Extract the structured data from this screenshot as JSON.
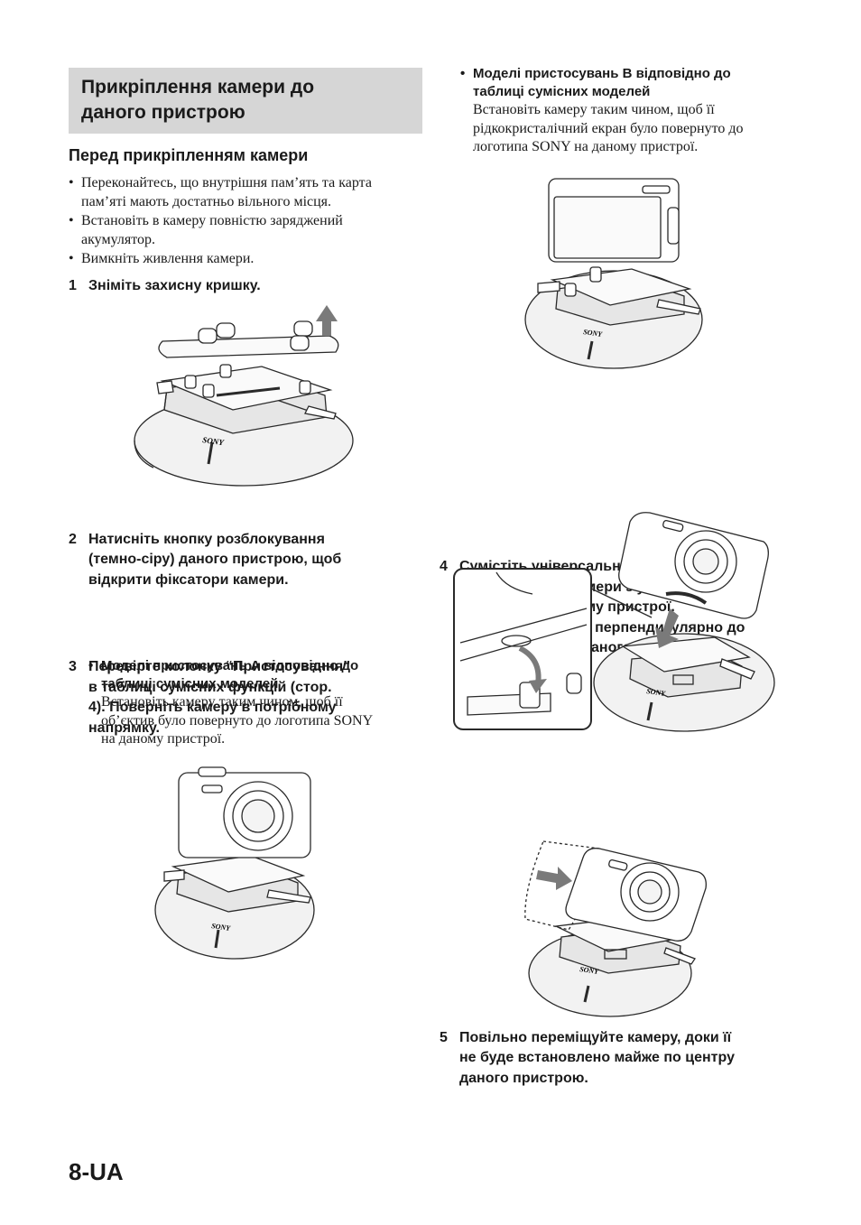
{
  "section": {
    "title_line1": "Прикріплення камери до",
    "title_line2": "даного пристрою"
  },
  "before": {
    "heading": "Перед прикріпленням камери",
    "bullets": [
      [
        "Переконайтесь, що внутрішня пам’ять та карта",
        "пам’яті мають достатньо вільного місця."
      ],
      [
        "Встановіть в камеру повністю заряджений",
        "акумулятор."
      ],
      [
        "Вимкніть живлення камери."
      ]
    ]
  },
  "steps": {
    "s1": {
      "num": "1",
      "lines": [
        "Зніміть захисну кришку."
      ]
    },
    "s2": {
      "num": "2",
      "lines": [
        "Натисніть кнопку розблокування",
        "(темно-сіру) даного пристрою, щоб",
        "відкрити фіксатори камери."
      ]
    },
    "s3": {
      "num": "3",
      "lines": [
        "Перевірте колонку “Пристосування”",
        "в таблиці сумісних функцій (стор.",
        "4). Поверніть камеру в потрібному",
        "напрямку."
      ]
    },
    "s4": {
      "num": "4",
      "lines": [
        "Сумістіть універсальний роз’єм в",
        "нижній частині камери з універсальним",
        "роз’ємом на даному пристрої.",
        "Прикріпіть камеру перпендикулярно до",
        "рукоятки нахилу даного пристрою."
      ]
    },
    "s5": {
      "num": "5",
      "lines": [
        "Повільно переміщуйте камеру, доки її",
        "не буде встановлено майже по центру",
        "даного пристрою."
      ]
    }
  },
  "modelA": {
    "heading": [
      "Моделі пристосувань A відповідно до",
      "таблиці сумісних моделей"
    ],
    "text": [
      "Встановіть камеру таким чином, щоб її",
      "об’єктив було повернуто до логотипа SONY",
      "на даному пристрої."
    ]
  },
  "modelB": {
    "heading": [
      "Моделі пристосувань B відповідно до",
      "таблиці сумісних моделей"
    ],
    "text": [
      "Встановіть камеру таким чином, щоб її",
      "рідкокристалічний екран було повернуто до",
      "логотипа SONY на даному пристрої."
    ]
  },
  "logo_text": "SONY",
  "page_number": "8-UA",
  "colors": {
    "header_bg": "#d6d6d6",
    "arrow": "#7a7a7a",
    "line": "#2a2a2a"
  },
  "icons": [
    "up-arrow-icon",
    "down-arrow-icon",
    "right-arrow-icon",
    "curved-arrow-icon"
  ]
}
